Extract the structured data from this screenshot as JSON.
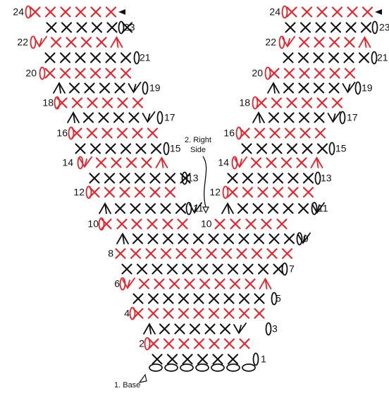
{
  "colors": {
    "red": "#e8222a",
    "black": "#111111",
    "background": "#ffffff"
  },
  "labels": {
    "base": "1. Base",
    "right_side_line1": "2. Right",
    "right_side_line2": "Side"
  },
  "icons": {
    "single_crochet": "x-stitch",
    "chain": "oval",
    "increase": "v-stitch",
    "decrease": "inverted-v-stitch",
    "start": "arrow-head-icon"
  },
  "rows": [
    {
      "n": "1",
      "color": "black"
    },
    {
      "n": "2",
      "color": "red"
    },
    {
      "n": "3",
      "color": "black"
    },
    {
      "n": "4",
      "color": "red"
    },
    {
      "n": "5",
      "color": "black"
    },
    {
      "n": "6",
      "color": "red"
    },
    {
      "n": "7",
      "color": "black"
    },
    {
      "n": "8",
      "color": "red"
    },
    {
      "n": "9",
      "color": "black"
    },
    {
      "n": "10",
      "color": "red"
    },
    {
      "n": "11",
      "color": "black"
    },
    {
      "n": "12",
      "color": "red"
    },
    {
      "n": "13",
      "color": "black"
    },
    {
      "n": "14",
      "color": "red"
    },
    {
      "n": "15",
      "color": "black"
    },
    {
      "n": "16",
      "color": "red"
    },
    {
      "n": "17",
      "color": "black"
    },
    {
      "n": "18",
      "color": "red"
    },
    {
      "n": "19",
      "color": "black"
    },
    {
      "n": "20",
      "color": "red"
    },
    {
      "n": "21",
      "color": "black"
    },
    {
      "n": "22",
      "color": "red"
    },
    {
      "n": "23",
      "color": "black"
    },
    {
      "n": "24",
      "color": "red"
    }
  ]
}
